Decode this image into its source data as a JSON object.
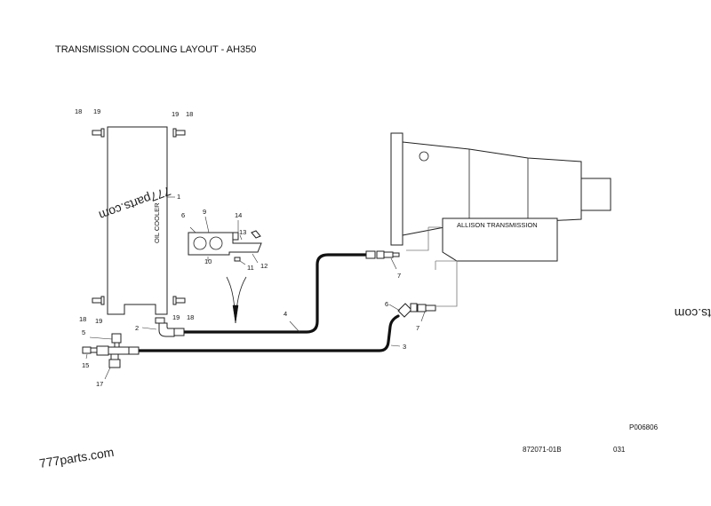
{
  "title": "TRANSMISSION COOLING LAYOUT - AH350",
  "component_labels": {
    "oil_cooler": "OIL COOLER",
    "transmission": "ALLISON TRANSMISSION"
  },
  "part_numbers": {
    "p1": "1",
    "p2": "2",
    "p3": "3",
    "p4": "4",
    "p5": "5",
    "p6": "6",
    "p6b": "6",
    "p7a": "7",
    "p7b": "7",
    "p9": "9",
    "p10": "10",
    "p11": "11",
    "p12": "12",
    "p13": "13",
    "p14": "14",
    "p15": "15",
    "p17": "17",
    "p18_tl": "18",
    "p19_tl": "19",
    "p19_tr": "19",
    "p18_tr": "18",
    "p18_bl": "18",
    "p19_bl": "19",
    "p19_br": "19",
    "p18_br": "18"
  },
  "watermarks": {
    "diagonal": "777parts.com",
    "cooler": "777parts.com",
    "right_edge": "ts.com"
  },
  "references": {
    "drawing_code": "P006806",
    "document_number": "872071-01B",
    "page_number": "031"
  }
}
